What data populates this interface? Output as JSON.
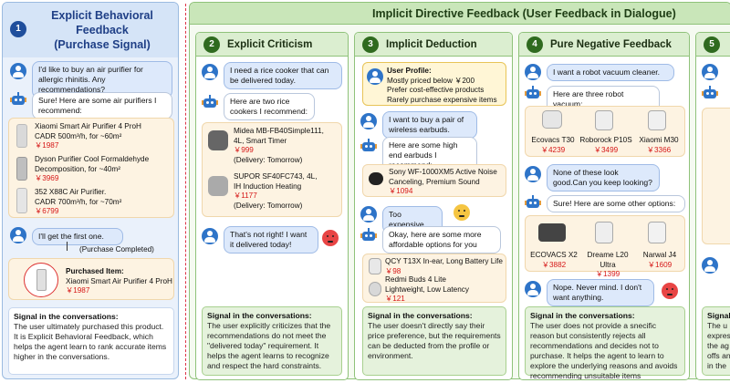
{
  "panel1": {
    "number": "1",
    "title_line1": "Explicit Behavioral",
    "title_line2": "Feedback",
    "title_line3": "(Purchase Signal)",
    "user_msg": "I'd like to buy an air purifier for allergic rhinitis. Any recommendations?",
    "bot_msg": "Sure! Here are some air purifiers I recommend:",
    "products": [
      {
        "line1": "Xiaomi Smart Air Purifier 4 ProH",
        "line2": "CADR 500m³/h, for ~60m²",
        "price": "￥1987"
      },
      {
        "line1": "Dyson Purifier Cool Formaldehyde",
        "line2": "Decomposition, for ~40m²",
        "price": "￥3969"
      },
      {
        "line1": "352 X88C Air Purifier.",
        "line2": "CADR 700m³/h, for ~70m²",
        "price": "￥6799"
      }
    ],
    "user_msg2": "I'll get the first one.",
    "purchase_completed": "(Purchase Completed)",
    "purchased_label": "Purchased Item",
    "purchased_name": "Xiaomi Smart Air Purifier 4 ProH",
    "purchased_price": "￥1987",
    "signal_title": "Signal in the conversations:",
    "signal_text": "The user ultimately purchased this product. It is Explicit Behavioral Feedback, which helps the agent learn to rank accurate items higher in the conversations."
  },
  "big": {
    "title": "Implicit Directive Feedback (User Feedback in Dialogue)"
  },
  "panel2": {
    "number": "2",
    "title": "Explicit Criticism",
    "user_msg": "I need a rice cooker that can be delivered today.",
    "bot_msg": "Here are two rice cookers I recommend:",
    "products": [
      {
        "line1": "Midea MB-FB40Simple111,",
        "line2": "4L, Smart Timer",
        "price": "￥999",
        "delivery": "(Delivery: Tomorrow)"
      },
      {
        "line1": "SUPOR SF40FC743, 4L,",
        "line2": "IH Induction Heating",
        "price": "￥1177",
        "delivery": "(Delivery: Tomorrow)"
      }
    ],
    "user_msg2": "That's not right! I want it delivered today!",
    "signal_title": "Signal in the conversations:",
    "signal_text": "The user explicitly criticizes that the recommendations do not meet the \"delivered today\" requirement. It helps the agent learns to recognize and respect the hard constraints."
  },
  "panel3": {
    "number": "3",
    "title": "Implicit Deduction",
    "profile_label": "User Profile:",
    "profile_lines": [
      "Mostly priced below ￥200",
      "Prefer cost-effective products",
      "Rarely purchase expensive items"
    ],
    "user_msg": "I want to buy a pair of wireless earbuds.",
    "bot_msg": "Here are some high end earbuds I recommend:",
    "product1": {
      "line1": "Sony WF-1000XM5 Active Noise",
      "line2": "Canceling, Premium Sound",
      "price": "￥1094"
    },
    "user_msg2": "Too expensive",
    "bot_msg2": "Okay, here are some more affordable options for you",
    "products2": [
      {
        "line1": "QCY T13X In-ear, Long Battery Life",
        "price": "￥98"
      },
      {
        "line1": "Redmi Buds 4 Lite",
        "line2": "Lightweight, Low Latency",
        "price": "￥121"
      }
    ],
    "signal_title": "Signal in the conversations:",
    "signal_text": "The user doesn't directly say their price preference, but the requirements can be deducted from the profile or environment."
  },
  "panel4": {
    "number": "4",
    "title": "Pure Negative Feedback",
    "user_msg": "I want a robot vacuum cleaner.",
    "bot_msg": "Here are three robot vacuum:",
    "products": [
      {
        "name": "Ecovacs T30",
        "price": "￥4239"
      },
      {
        "name": "Roborock P10S",
        "price": "￥3499"
      },
      {
        "name": "Xiaomi M30",
        "price": "￥3366"
      }
    ],
    "user_msg2": "None of these look good.Can you keep looking?",
    "bot_msg2": "Sure! Here are some other options:",
    "products2": [
      {
        "name": "ECOVACS X2",
        "price": "￥3882"
      },
      {
        "name": "Dreame L20 Ultra",
        "price": "￥1399"
      },
      {
        "name": "Narwal J4",
        "price": "￥1609"
      }
    ],
    "user_msg3": "Nope. Never mind. I don't want anything.",
    "signal_title": "Signal in the conversations:",
    "signal_text": "The user does not provide a snecific reason but consistently rejects all recommendations and decides not to purchase. It helps the agent to learn to explore the underlying reasons and avoids recommending unsuitable items repeatedly."
  },
  "panel5": {
    "number": "5",
    "signal_title": "Signal",
    "signal_lines": [
      "The u",
      "expres",
      "the ag",
      "offs an",
      "in the"
    ]
  },
  "colors": {
    "blue_panel": "#eaf1fb",
    "green_panel": "#f5faf1",
    "price": "#d61818",
    "num_blue": "#1f4e9c",
    "num_green": "#2f6a1f"
  }
}
